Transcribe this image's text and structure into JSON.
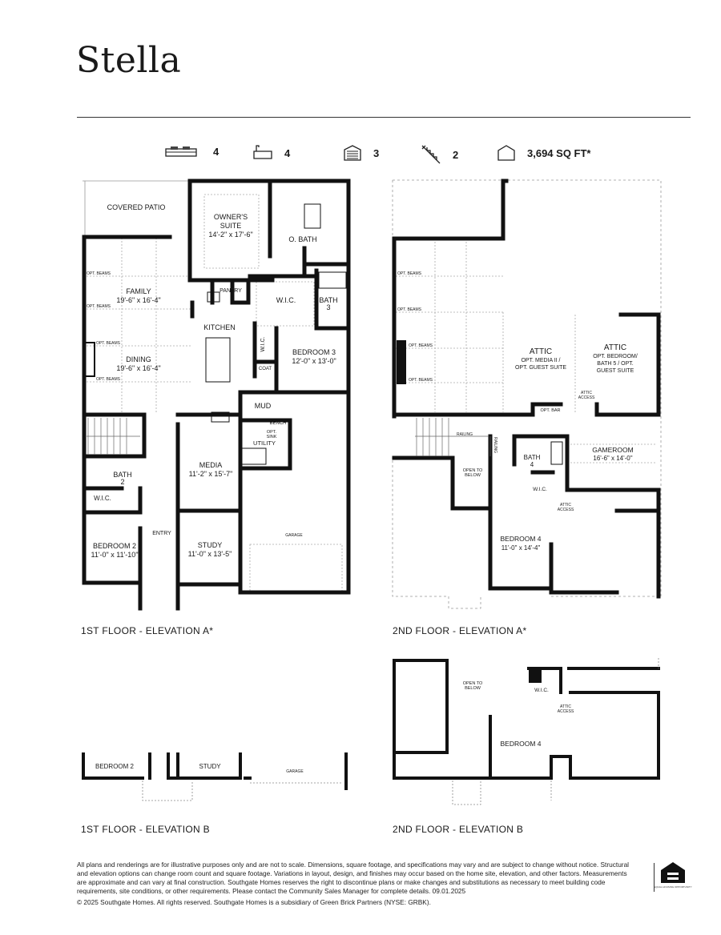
{
  "title": "Stella",
  "stats": {
    "bedrooms": {
      "icon": "bed-icon",
      "value": "4"
    },
    "baths": {
      "icon": "bathtub-icon",
      "value": "4"
    },
    "garage": {
      "icon": "garage-icon",
      "value": "3"
    },
    "stories": {
      "icon": "stairs-icon",
      "value": "2"
    },
    "sqft": {
      "icon": "house-icon",
      "value": "3,694 SQ FT*"
    }
  },
  "first_floor": {
    "caption": "1ST FLOOR - ELEVATION A*",
    "rooms": {
      "covered_patio": "COVERED PATIO",
      "owners_suite": "OWNER'S",
      "owners_suite2": "SUITE",
      "owners_suite_dim": "14'-2\" x 17'-6\"",
      "o_bath": "O. BATH",
      "pantry": "PANTRY",
      "wic": "W.I.C.",
      "bath3": "BATH",
      "bath3n": "3",
      "family": "FAMILY",
      "family_dim": "19'-6\" x 16'-4\"",
      "kitchen": "KITCHEN",
      "wic2": "W.I.C.",
      "coat": "COAT",
      "bedroom3": "BEDROOM 3",
      "bedroom3_dim": "12'-0\" x 13'-0\"",
      "dining": "DINING",
      "dining_dim": "19'-6\" x 16'-4\"",
      "opt_beams": "OPT. BEAMS",
      "mud": "MUD",
      "bench": "BENCH",
      "opt_sink": "OPT.",
      "opt_sink2": "SINK",
      "utility": "UTILITY",
      "media": "MEDIA",
      "media_dim": "11'-2\" x 15'-7\"",
      "bath2": "BATH",
      "bath2n": "2",
      "wic3": "W.I.C.",
      "garage": "GARAGE",
      "entry": "ENTRY",
      "bedroom2": "BEDROOM 2",
      "bedroom2_dim": "11'-0\" x 11'-10\"",
      "study": "STUDY",
      "study_dim": "11'-0\" x 13'-5\""
    }
  },
  "second_floor": {
    "caption": "2ND FLOOR - ELEVATION A*",
    "rooms": {
      "opt_beams": "OPT. BEAMS",
      "attic1": "ATTIC",
      "attic1_l1": "OPT. MEDIA II /",
      "attic1_l2": "OPT. GUEST SUITE",
      "attic2": "ATTIC",
      "attic2_l1": "OPT. BEDROOM/",
      "attic2_l2": "BATH 5 / OPT.",
      "attic2_l3": "GUEST SUITE",
      "attic_access": "ATTIC",
      "attic_access2": "ACCESS",
      "opt_bar": "OPT. BAR",
      "railing": "RAILING",
      "railing2": "RAILING",
      "bath4": "BATH",
      "bath4n": "4",
      "gameroom": "GAMEROOM",
      "gameroom_dim": "16'-6\" x 14'-0\"",
      "open_to_below": "OPEN TO",
      "open_to_below2": "BELOW",
      "wic": "W.I.C.",
      "bedroom4": "BEDROOM 4",
      "bedroom4_dim": "11'-0\" x 14'-4\""
    }
  },
  "first_floor_b": {
    "caption": "1ST FLOOR - ELEVATION B",
    "rooms": {
      "bedroom2": "BEDROOM 2",
      "study": "STUDY",
      "garage": "GARAGE"
    }
  },
  "second_floor_b": {
    "caption": "2ND FLOOR - ELEVATION B",
    "rooms": {
      "open_to_below": "OPEN TO",
      "open_to_below2": "BELOW",
      "wic": "W.I.C.",
      "attic_access": "ATTIC",
      "attic_access2": "ACCESS",
      "bedroom4": "BEDROOM 4"
    }
  },
  "disclaimer": "All plans and renderings are for illustrative purposes only and are not to scale. Dimensions, square footage, and specifications may vary and are subject to change without notice. Structural and elevation options can change room count and square footage. Variations in layout, design, and finishes may occur based on the home site, elevation, and other factors. Measurements are approximate and can vary at final construction. Southgate Homes reserves the right to discontinue plans or make changes and substitutions as necessary to meet building code requirements, site conditions, or other requirements. Please contact the Community Sales Manager for complete details. 09.01.2025",
  "copyright": "© 2025 Southgate Homes. All rights reserved. Southgate Homes is a subsidiary of Green Brick Partners (NYSE: GRBK).",
  "equal_housing": {
    "icon": "equal-housing-icon",
    "text": "EQUAL HOUSING OPPORTUNITY"
  }
}
